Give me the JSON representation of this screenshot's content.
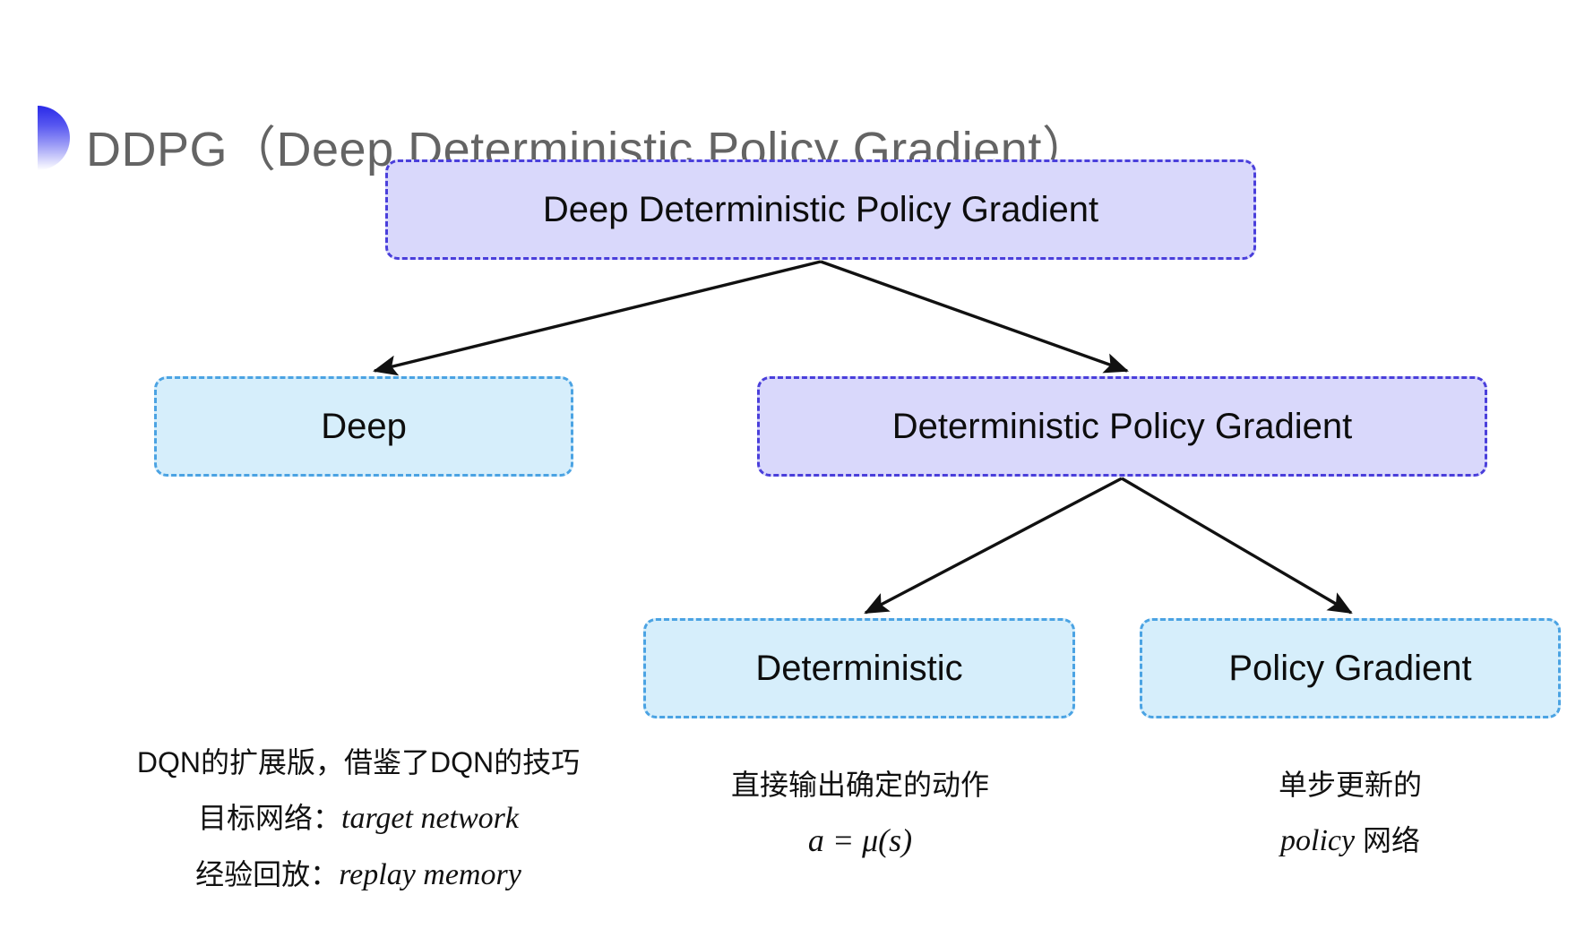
{
  "slide": {
    "title": "DDPG（Deep Deterministic Policy Gradient）",
    "decoration_icon": "half-circle-gradient-icon",
    "background_color": "#ffffff",
    "title_color": "#646464",
    "accent_color": "#2a2ae8"
  },
  "palette": {
    "purple_fill": "#d9d8fb",
    "purple_border": "#4a3fdb",
    "cyan_fill": "#d6eefb",
    "cyan_border": "#4ba3e3",
    "arrow_color": "#111111"
  },
  "diagram": {
    "type": "tree",
    "nodes": [
      {
        "id": "root",
        "label": "Deep Deterministic Policy Gradient",
        "style": "purple",
        "level": 0
      },
      {
        "id": "deep",
        "label": "Deep",
        "style": "cyan",
        "level": 1
      },
      {
        "id": "dpg",
        "label": "Deterministic Policy Gradient",
        "style": "purple",
        "level": 1
      },
      {
        "id": "det",
        "label": "Deterministic",
        "style": "cyan",
        "level": 2
      },
      {
        "id": "pg",
        "label": "Policy Gradient",
        "style": "cyan",
        "level": 2
      }
    ],
    "edges": [
      {
        "from": "root",
        "to": "deep"
      },
      {
        "from": "root",
        "to": "dpg"
      },
      {
        "from": "dpg",
        "to": "det"
      },
      {
        "from": "dpg",
        "to": "pg"
      }
    ]
  },
  "captions": {
    "deep": {
      "line1": "DQN的扩展版，借鉴了DQN的技巧",
      "line2_label": "目标网络：",
      "line2_italic": "target network",
      "line3_label": "经验回放：",
      "line3_italic": "replay memory"
    },
    "deterministic": {
      "line1": "直接输出确定的动作",
      "formula": "a = μ(s)"
    },
    "policy_gradient": {
      "line1": "单步更新的",
      "line2_italic": "policy",
      "line2_tail": " 网络"
    }
  }
}
